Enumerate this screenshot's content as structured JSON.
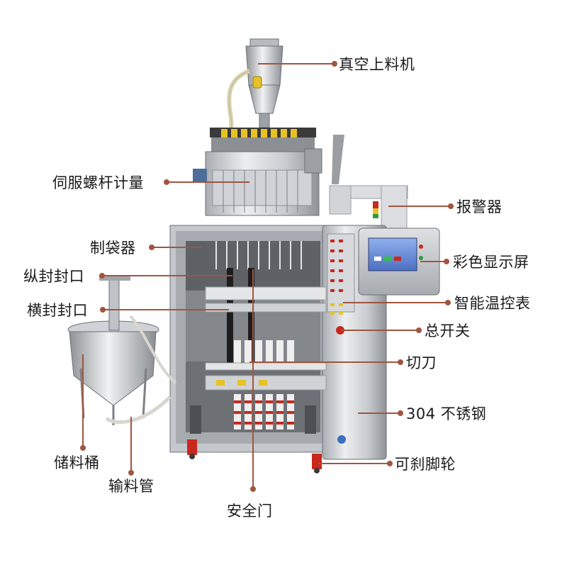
{
  "labels": {
    "vacuum_loader": "真空上料机",
    "servo_screw_meter": "伺服螺杆计量",
    "alarm": "报警器",
    "bag_former": "制袋器",
    "color_display": "彩色显示屏",
    "vertical_seal": "纵封封口",
    "horizontal_seal": "横封封口",
    "temp_controller": "智能温控表",
    "main_switch": "总开关",
    "cutter": "切刀",
    "stainless_304": "304 不锈钢",
    "brake_caster": "可刹脚轮",
    "storage_tank": "储料桶",
    "feed_pipe": "输料管",
    "safety_door": "安全门"
  },
  "colors": {
    "leader": "#a0553f",
    "steel_light": "#e4e5e7",
    "steel_mid": "#b9bcc0",
    "steel_dark": "#7d8186",
    "hmi_screen": "#6b8fd6",
    "red_mark": "#c8281e",
    "belt_black": "#1d1d1d"
  }
}
